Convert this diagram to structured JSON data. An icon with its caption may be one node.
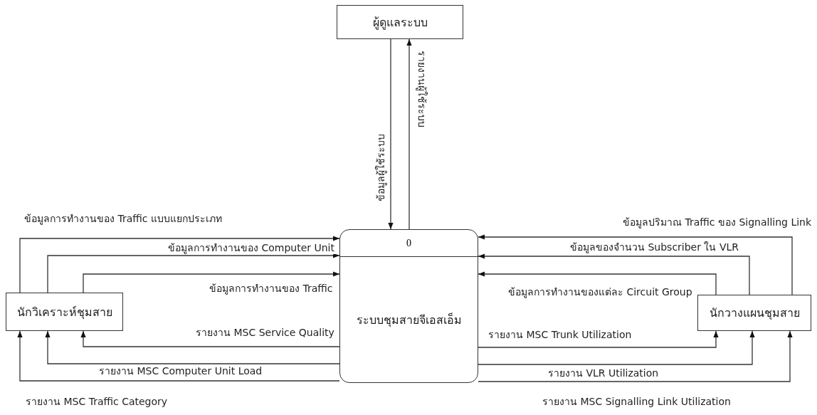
{
  "diagram": {
    "nodes": [
      {
        "text": [
          "ผู้ดูแลระบบ"
        ]
      },
      {
        "text": [
          "นักวิเคราะห์ชุมสาย"
        ]
      },
      {
        "text": [
          "0",
          "ระบบชุมสายจีเอสเอ็ม"
        ]
      },
      {
        "text": [
          "นักวางแผนชุมสาย"
        ]
      }
    ],
    "edges": [
      {
        "from": 1,
        "to": 2,
        "arrow": "to",
        "label": "ข้อมูลการทำงานของ Traffic แบบแยกประเภท"
      },
      {
        "from": 1,
        "to": 2,
        "arrow": "to",
        "label": "ข้อมูลการทำงานของ Computer Unit"
      },
      {
        "from": 1,
        "to": 2,
        "arrow": "to",
        "label": "ข้อมูลการทำงานของ Traffic"
      },
      {
        "from": 2,
        "to": 1,
        "arrow": "to",
        "label": "รายงาน MSC Service Quality"
      },
      {
        "from": 2,
        "to": 1,
        "arrow": "to",
        "label": "รายงาน MSC Computer Unit Load"
      },
      {
        "from": 2,
        "to": 1,
        "arrow": "to",
        "label": "รายงาน MSC Traffic Category"
      },
      {
        "from": 3,
        "to": 2,
        "arrow": "to",
        "label": "ข้อมูลปริมาณ Traffic ของ Signalling Link"
      },
      {
        "from": 3,
        "to": 2,
        "arrow": "to",
        "label": "ข้อมูลของจำนวน Subscriber ใน VLR"
      },
      {
        "from": 3,
        "to": 2,
        "arrow": "to",
        "label": "ข้อมูลการทำงานของแต่ละ Circuit Group"
      },
      {
        "from": 2,
        "to": 3,
        "arrow": "to",
        "label": "รายงาน MSC Trunk Utilization"
      },
      {
        "from": 2,
        "to": 3,
        "arrow": "to",
        "label": "รายงาน VLR Utilization"
      },
      {
        "from": 2,
        "to": 3,
        "arrow": "to",
        "label": "รายงาน MSC Signalling Link Utilization"
      },
      {
        "from": 0,
        "to": 2,
        "arrow": "to",
        "label": "ข้อมูลผู้ใช้ระบบ"
      },
      {
        "from": 2,
        "to": 0,
        "arrow": "to",
        "label": "รายงานผู้ใช้ระบบ"
      }
    ]
  }
}
